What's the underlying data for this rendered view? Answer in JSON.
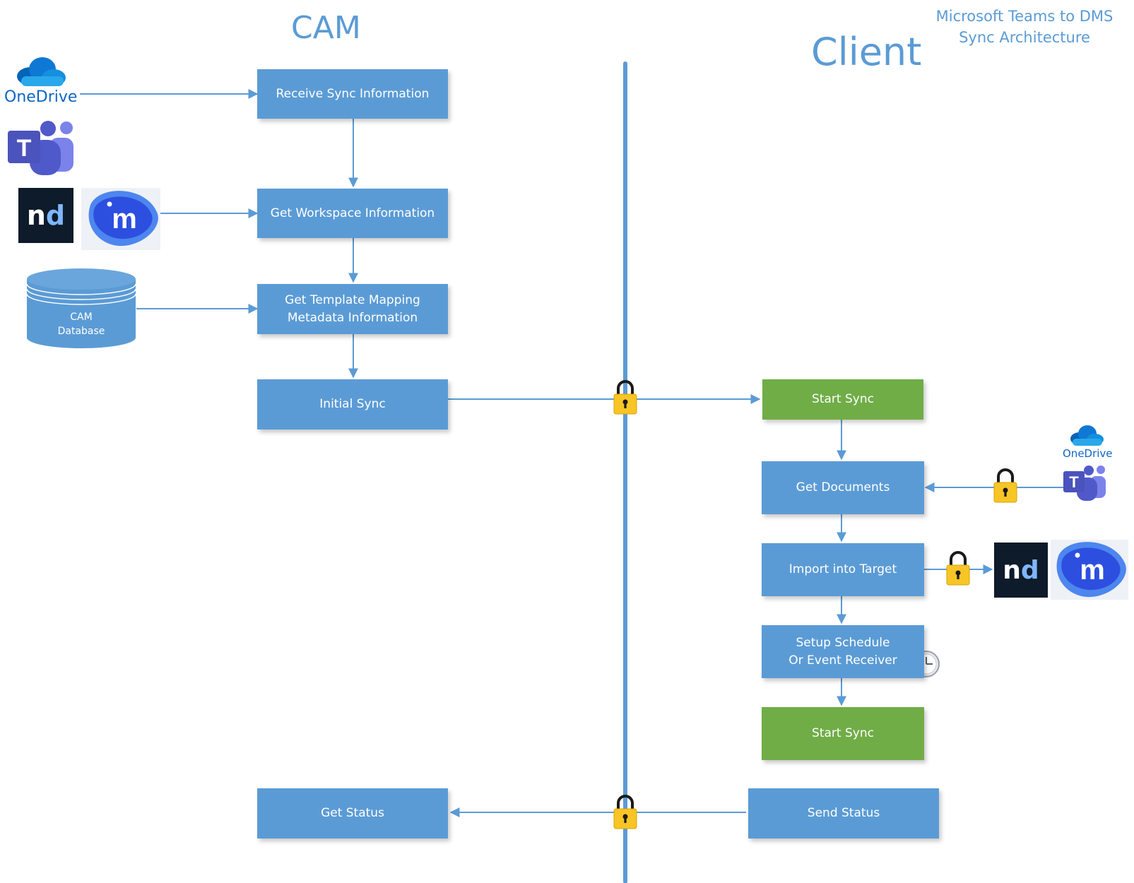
{
  "title": {
    "line1": "Microsoft Teams to DMS",
    "line2": "Sync Architecture"
  },
  "lanes": {
    "cam": "CAM",
    "client": "Client"
  },
  "colors": {
    "box_blue": "#5b9bd5",
    "box_green": "#70ad47",
    "connector": "#5b9bd5",
    "lock": "#f7c526",
    "text": "#ffffff"
  },
  "cam_steps": [
    "Receive Sync Information",
    "Get Workspace Information",
    "Get Template Mapping\nMetadata Information",
    "Initial Sync",
    "Get Status"
  ],
  "client_steps": [
    "Start Sync",
    "Get Documents",
    "Import into Target",
    "Setup Schedule\nOr Event Receiver",
    "Start Sync",
    "Send Status"
  ],
  "sources": {
    "onedrive": "OneDrive",
    "teams_icon": "microsoft-teams-icon",
    "netdocuments": "nd",
    "imanage_icon": "imanage-icon",
    "database": "CAM\nDatabase"
  },
  "client_sources": {
    "onedrive": "OneDrive",
    "teams_icon": "microsoft-teams-icon",
    "netdocuments": "nd",
    "imanage_icon": "imanage-icon",
    "clock_icon": "clock-icon",
    "lock_icon": "padlock-icon"
  }
}
